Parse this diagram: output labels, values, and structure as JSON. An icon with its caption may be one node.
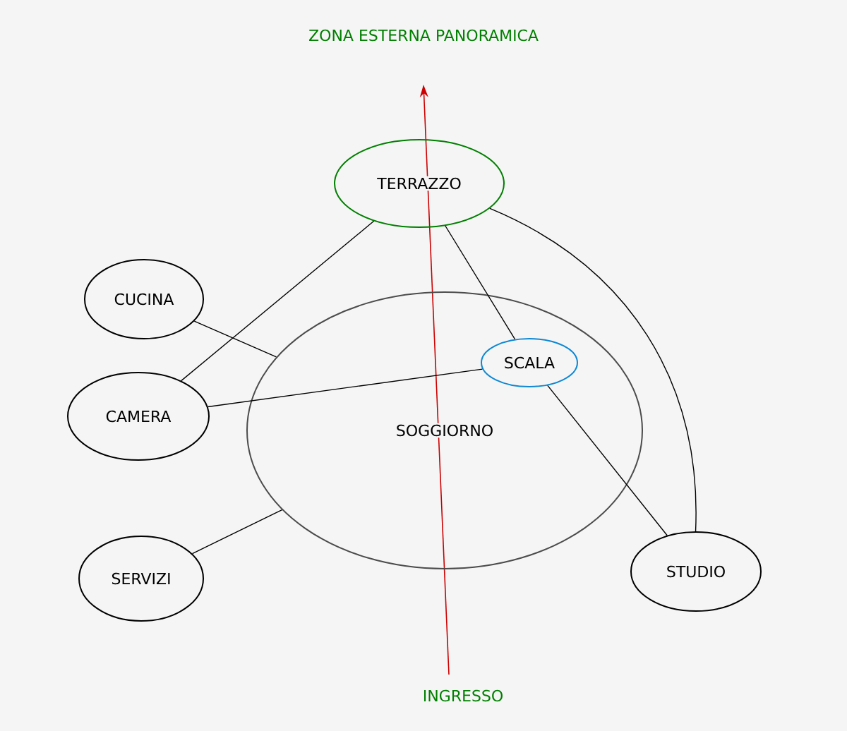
{
  "diagram": {
    "nodes": [
      {
        "text": [
          "TERRAZZO"
        ]
      },
      {
        "text": [
          "CUCINA"
        ]
      },
      {
        "text": [
          "SOGGIORNO"
        ]
      },
      {
        "text": [
          "SCALA"
        ],
        "in": 2
      },
      {
        "text": [
          "CAMERA"
        ]
      },
      {
        "text": [
          "SERVIZI"
        ]
      },
      {
        "text": [
          "STUDIO"
        ]
      }
    ],
    "edges": [
      {
        "from": 0,
        "to": 4,
        "arrow": "none"
      },
      {
        "from": 1,
        "to": 2,
        "arrow": "none"
      },
      {
        "from": 0,
        "to": 3,
        "arrow": "none"
      },
      {
        "from": 4,
        "to": 3,
        "arrow": "none"
      },
      {
        "from": 3,
        "to": 6,
        "arrow": "none"
      },
      {
        "from": 0,
        "to": 6,
        "arrow": "none"
      },
      {
        "from": 5,
        "to": 2,
        "arrow": "none"
      }
    ],
    "labels": [
      "ZONA ESTERNA PANORAMICA",
      "INGRESSO"
    ]
  }
}
